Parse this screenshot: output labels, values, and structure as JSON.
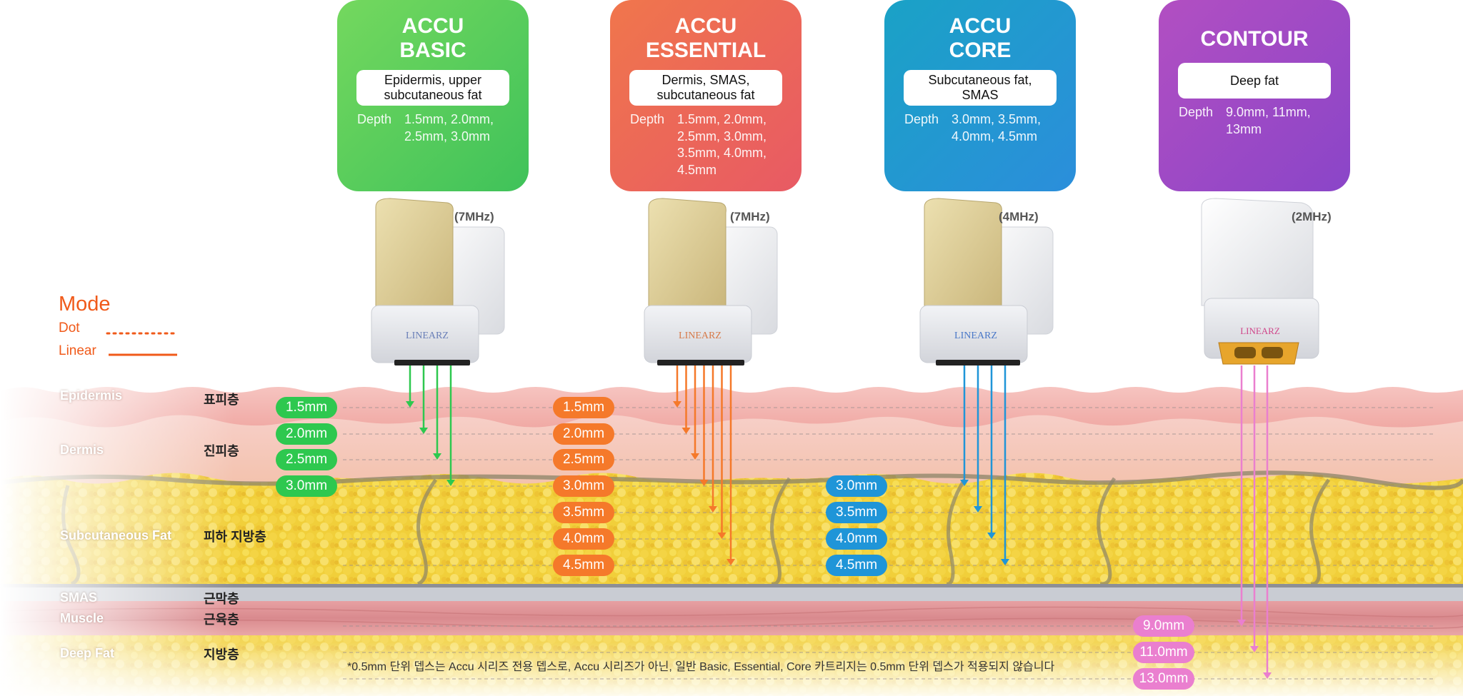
{
  "cartridges": [
    {
      "title": "ACCU\nBASIC",
      "tissue": "Epidermis, upper\nsubcutaneous fat",
      "depth_label": "Depth",
      "depth_values": "1.5mm, 2.0mm,\n2.5mm, 3.0mm",
      "frequency": "(7MHz)",
      "color_start": "#74d85e",
      "color_end": "#3fc25a"
    },
    {
      "title": "ACCU\nESSENTIAL",
      "tissue": "Dermis, SMAS,\nsubcutaneous fat",
      "depth_label": "Depth",
      "depth_values": "1.5mm, 2.0mm,\n2.5mm, 3.0mm,\n3.5mm, 4.0mm,\n4.5mm",
      "frequency": "(7MHz)",
      "color_start": "#f0764c",
      "color_end": "#e85a64"
    },
    {
      "title": "ACCU\nCORE",
      "tissue": "Subcutaneous fat,\nSMAS",
      "depth_label": "Depth",
      "depth_values": "3.0mm, 3.5mm,\n4.0mm, 4.5mm",
      "frequency": "(4MHz)",
      "color_start": "#1aa2c6",
      "color_end": "#2b8edb"
    },
    {
      "title": "CONTOUR",
      "tissue": "Deep fat",
      "depth_label": "Depth",
      "depth_values": "9.0mm, 11mm,\n13mm",
      "frequency": "(2MHz)",
      "color_start": "#b24fc2",
      "color_end": "#8a45c8"
    }
  ],
  "mode": {
    "title": "Mode",
    "dot_label": "Dot",
    "linear_label": "Linear",
    "color": "#f05a1a"
  },
  "layers": [
    {
      "en": "Epidermis",
      "ko": "표피층"
    },
    {
      "en": "Dermis",
      "ko": "진피층"
    },
    {
      "en": "Subcutaneous Fat",
      "ko": "피하 지방층"
    },
    {
      "en": "SMAS",
      "ko": "근막층"
    },
    {
      "en": "Muscle",
      "ko": "근육층"
    },
    {
      "en": "Deep Fat",
      "ko": "지방층"
    }
  ],
  "depth_tags": {
    "basic": {
      "color": "#2ec84f",
      "values": [
        "1.5mm",
        "2.0mm",
        "2.5mm",
        "3.0mm"
      ]
    },
    "essential": {
      "color": "#f5792a",
      "values": [
        "1.5mm",
        "2.0mm",
        "2.5mm",
        "3.0mm",
        "3.5mm",
        "4.0mm",
        "4.5mm"
      ]
    },
    "core": {
      "color": "#1f95d8",
      "values": [
        "3.0mm",
        "3.5mm",
        "4.0mm",
        "4.5mm"
      ]
    },
    "contour": {
      "color": "#ea7fcf",
      "values": [
        "9.0mm",
        "11.0mm",
        "13.0mm"
      ]
    }
  },
  "footnote": "*0.5mm 단위 뎁스는 Accu 시리즈 전용 뎁스로, Accu 시리즈가 아닌, 일반 Basic, Essential, Core 카트리지는 0.5mm 단위 뎁스가 적용되지 않습니다",
  "device_label": "LINEARZ"
}
